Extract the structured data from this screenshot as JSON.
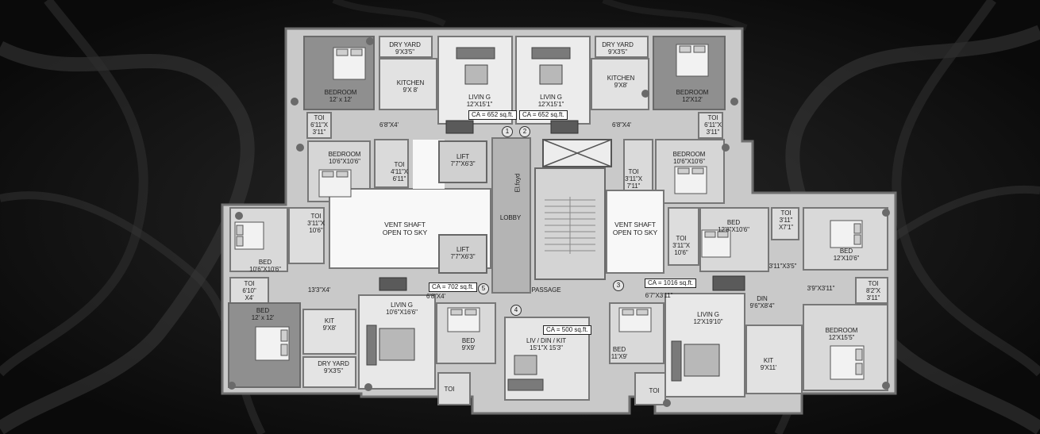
{
  "theme": {
    "background": "#0c0c0c",
    "plan_fill": "#cfcfcf",
    "wall": "#8a8a8a",
    "room_floor": "#e9e9e9",
    "void": "#f7f7f7"
  },
  "rooms": [
    {
      "name": "dryyard-tl",
      "text": "DRY YARD\n9'X3'5\""
    },
    {
      "name": "kitchen-tl",
      "text": "KITCHEN\n9'X 8'"
    },
    {
      "name": "bedroom-tl",
      "text": "BEDROOM\n12' x 12'"
    },
    {
      "name": "living-1",
      "text": "LIVIN G\n12'X15'1\""
    },
    {
      "name": "living-2",
      "text": "LIVIN G\n12'X15'1\""
    },
    {
      "name": "dryyard-tr",
      "text": "DRY YARD\n9'X3'5\""
    },
    {
      "name": "kitchen-tr",
      "text": "KITCHEN\n9'X8'"
    },
    {
      "name": "bedroom-tr",
      "text": "BEDROOM\n12'X12'"
    },
    {
      "name": "toi-tl",
      "text": "TOI\n6'11\"X\n3'11\""
    },
    {
      "name": "toi-tr",
      "text": "TOI\n6'11\"X\n3'11\""
    },
    {
      "name": "passage-1",
      "text": "6'8\"X4'"
    },
    {
      "name": "passage-2",
      "text": "6'8\"X4'"
    },
    {
      "name": "bedroom-ml",
      "text": "BEDROOM\n10'6\"X10'6\""
    },
    {
      "name": "toi-ml",
      "text": "TOI\n4'11\"X\n6'11\""
    },
    {
      "name": "lift-1",
      "text": "LIFT\n7'7\"X6'3\""
    },
    {
      "name": "lift-2",
      "text": "LIFT\n7'7\"X6'3\""
    },
    {
      "name": "lobby",
      "text": "LOBBY"
    },
    {
      "name": "elfoyd",
      "text": "El.foyd"
    },
    {
      "name": "bedroom-mr",
      "text": "BEDROOM\n10'6\"X10'6\""
    },
    {
      "name": "toi-mr",
      "text": "TOI\n3'11\"X\n7'11\""
    },
    {
      "name": "ventshaft-l",
      "text": "VENT SHAFT\nOPEN TO SKY"
    },
    {
      "name": "ventshaft-r",
      "text": "VENT SHAFT\nOPEN TO SKY"
    },
    {
      "name": "toi-l",
      "text": "TOI\n3'11\"X\n10'6\""
    },
    {
      "name": "bed-l",
      "text": "BED\n10'6\"X10'6\""
    },
    {
      "name": "bed-c",
      "text": "BED\n12'8\"X10'6\""
    },
    {
      "name": "toi-c",
      "text": "TOI\n3'11\"X\n10'6\""
    },
    {
      "name": "toi-r1",
      "text": "TOI\n3'11\"\nX7'1\""
    },
    {
      "name": "bed-r",
      "text": "BED\n12'X10'6\""
    },
    {
      "name": "dim-r1",
      "text": "3'11\"X3'5\""
    },
    {
      "name": "dim-r2",
      "text": "3'9\"X3'11\""
    },
    {
      "name": "toi-r2",
      "text": "TOI\n8'2\"X\n3'11\""
    },
    {
      "name": "dim-l",
      "text": "13'3\"X4'"
    },
    {
      "name": "toi-bl",
      "text": "TOI\n6'10\"\nX4'"
    },
    {
      "name": "bed-bl",
      "text": "BED\n12' x 12'"
    },
    {
      "name": "kit-bl",
      "text": "KIT\n9'X8'"
    },
    {
      "name": "dryyard-bl",
      "text": "DRY YARD\n9'X3'5\""
    },
    {
      "name": "living-bl",
      "text": "LIVIN G\n10'6\"X16'6\""
    },
    {
      "name": "dim-bl2",
      "text": "6'8\"X4'"
    },
    {
      "name": "passage",
      "text": "PASSAGE"
    },
    {
      "name": "dim-br",
      "text": "6'7\"X3'11\""
    },
    {
      "name": "bed-bc",
      "text": "BED\n9'X9'"
    },
    {
      "name": "livdinkit",
      "text": "LIV / DIN / KIT\n15'1\"X 15'3\""
    },
    {
      "name": "bed-bc2",
      "text": "BED\n11'X9'"
    },
    {
      "name": "toi-b1",
      "text": "TOI"
    },
    {
      "name": "toi-b2",
      "text": "TOI"
    },
    {
      "name": "living-br",
      "text": "LIVIN G\n12'X19'10\""
    },
    {
      "name": "din-br",
      "text": "DIN\n9'6\"X8'4\""
    },
    {
      "name": "kit-br",
      "text": "KIT\n9'X11'"
    },
    {
      "name": "bedroom-br",
      "text": "BEDROOM\n12'X15'5\""
    }
  ],
  "carpet_areas": [
    {
      "name": "ca-unit-1",
      "text": "CA = 652 sq.ft."
    },
    {
      "name": "ca-unit-2",
      "text": "CA = 652 sq.ft."
    },
    {
      "name": "ca-unit-5",
      "text": "CA = 702 sq.ft."
    },
    {
      "name": "ca-unit-3",
      "text": "CA = 1016 sq.ft."
    },
    {
      "name": "ca-unit-4",
      "text": "CA = 500 sq.ft."
    }
  ],
  "unit_numbers": [
    "1",
    "2",
    "3",
    "4",
    "5"
  ]
}
